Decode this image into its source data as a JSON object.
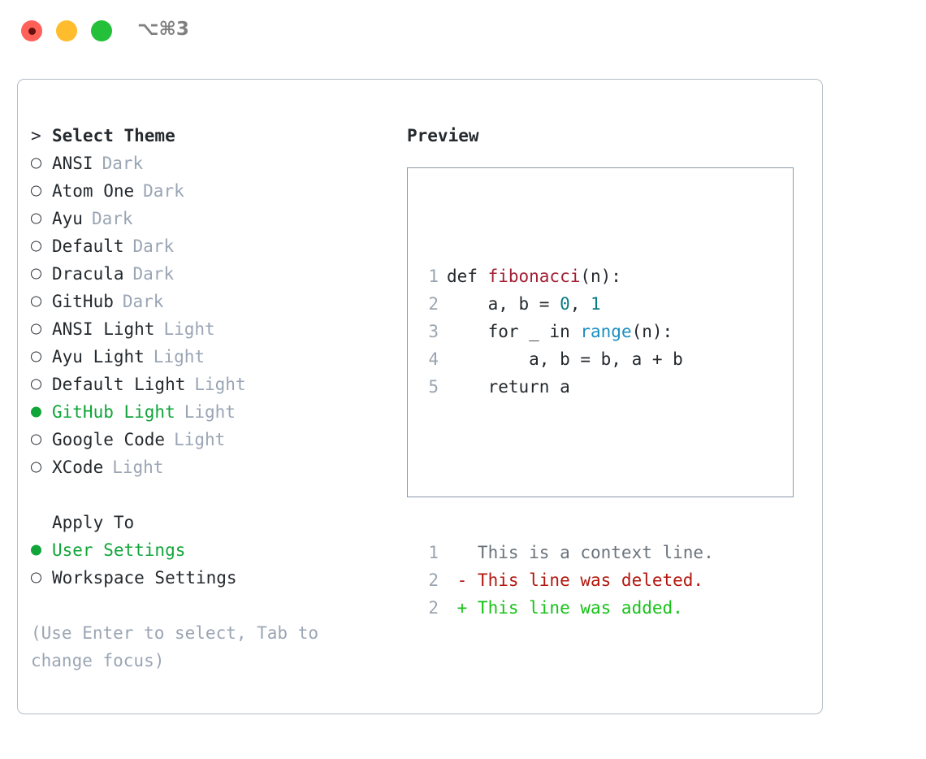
{
  "titlebar": {
    "shortcut": "⌥⌘3",
    "dots": [
      "close-red",
      "minimize-yellow",
      "maximize-green"
    ]
  },
  "theme_list": {
    "header": {
      "prefix": ">",
      "label": "Select Theme"
    },
    "items": [
      {
        "marker": "○",
        "label": "ANSI",
        "badge": "Dark",
        "selected": false
      },
      {
        "marker": "○",
        "label": "Atom One",
        "badge": "Dark",
        "selected": false
      },
      {
        "marker": "○",
        "label": "Ayu",
        "badge": "Dark",
        "selected": false
      },
      {
        "marker": "○",
        "label": "Default",
        "badge": "Dark",
        "selected": false
      },
      {
        "marker": "○",
        "label": "Dracula",
        "badge": "Dark",
        "selected": false
      },
      {
        "marker": "○",
        "label": "GitHub",
        "badge": "Dark",
        "selected": false
      },
      {
        "marker": "○",
        "label": "ANSI Light",
        "badge": "Light",
        "selected": false
      },
      {
        "marker": "○",
        "label": "Ayu Light",
        "badge": "Light",
        "selected": false
      },
      {
        "marker": "○",
        "label": "Default Light",
        "badge": "Light",
        "selected": false
      },
      {
        "marker": "●",
        "label": "GitHub Light",
        "badge": "Light",
        "selected": true
      },
      {
        "marker": "○",
        "label": "Google Code",
        "badge": "Light",
        "selected": false
      },
      {
        "marker": "○",
        "label": "XCode",
        "badge": "Light",
        "selected": false
      }
    ]
  },
  "apply_to": {
    "header": "Apply To",
    "items": [
      {
        "label": "User Settings",
        "selected": true
      },
      {
        "label": "Workspace Settings",
        "selected": false
      }
    ]
  },
  "help_text": "(Use Enter to select, Tab to\nchange focus)",
  "preview": {
    "title": "Preview",
    "code_lines": [
      {
        "number": "1",
        "segments": [
          {
            "text": "def ",
            "type": "plain"
          },
          {
            "text": "fibonacci",
            "type": "fn"
          },
          {
            "text": "(n):",
            "type": "plain"
          }
        ]
      },
      {
        "number": "2",
        "segments": [
          {
            "text": "    a, b = ",
            "type": "plain"
          },
          {
            "text": "0",
            "type": "num"
          },
          {
            "text": ", ",
            "type": "plain"
          },
          {
            "text": "1",
            "type": "num"
          }
        ]
      },
      {
        "number": "3",
        "segments": [
          {
            "text": "    for _ in ",
            "type": "plain"
          },
          {
            "text": "range",
            "type": "builtin"
          },
          {
            "text": "(n):",
            "type": "plain"
          }
        ]
      },
      {
        "number": "4",
        "segments": [
          {
            "text": "        a, b = b, a + b",
            "type": "plain"
          }
        ]
      },
      {
        "number": "5",
        "segments": [
          {
            "text": "    return a",
            "type": "plain"
          }
        ]
      }
    ],
    "diff_lines": [
      {
        "number": "1",
        "marker": " ",
        "text": "This is a context line.",
        "type": "context"
      },
      {
        "number": "2",
        "marker": "-",
        "text": "This line was deleted.",
        "type": "deleted"
      },
      {
        "number": "2",
        "marker": "+",
        "text": "This line was added.",
        "type": "added"
      }
    ]
  },
  "colors": {
    "selected_green": "#11a53a",
    "badge_gray": "#9aa5b4",
    "diff_added": "#16c216",
    "diff_deleted": "#b3170f",
    "diff_context": "#6a737d",
    "syntax_function": "#a31f34",
    "syntax_number": "#0a7c84",
    "syntax_builtin": "#1a8fc0",
    "line_number": "#9aa5b1",
    "panel_border": "#b3bcc8"
  }
}
